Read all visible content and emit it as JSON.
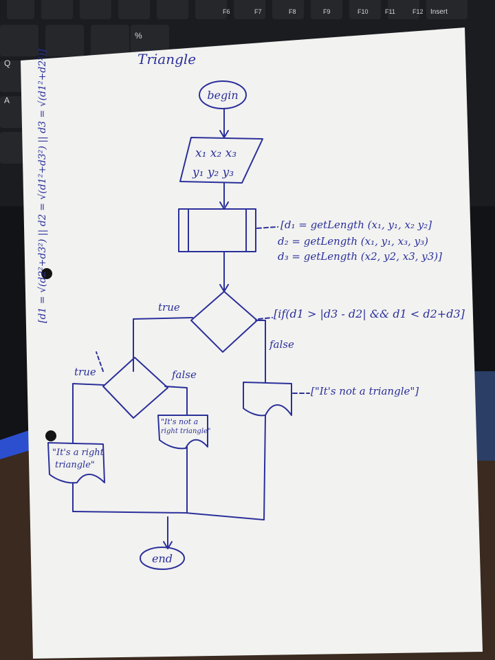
{
  "keyboard": {
    "keys": [
      "F6",
      "F7",
      "F8",
      "F9",
      "F10",
      "F11",
      "F12",
      "Insert",
      "Q",
      "A",
      "%"
    ]
  },
  "flowchart": {
    "title": "Triangle",
    "begin": "begin",
    "end": "end",
    "input_line1": "x₁ x₂ x₃",
    "input_line2": "y₁ y₂ y₃",
    "process_notes": [
      "[d₁ = getLength (x₁, y₁, x₂ y₂]",
      "d₂ = getLength (x₁, y₁, x₃, y₃)",
      "d₃ = getLength (x2, y2, x3, y3)]"
    ],
    "decision1_note": "[if(d1 > |d3 - d2| && d1 < d2+d3]",
    "decision1_true": "true",
    "decision1_false": "false",
    "decision2_note": "[d1 = √(d2²+d3²) || d2 = √(d1²+d3²) || d3 = √(d1²+d2²)]",
    "decision2_true": "true",
    "decision2_false": "false",
    "output_not_triangle_note": "[\"It's not a triangle\"]",
    "output_right_line1": "\"It's a right",
    "output_right_line2": "triangle\"",
    "output_not_right_line1": "\"It's not a",
    "output_not_right_line2": "right triangle\""
  }
}
